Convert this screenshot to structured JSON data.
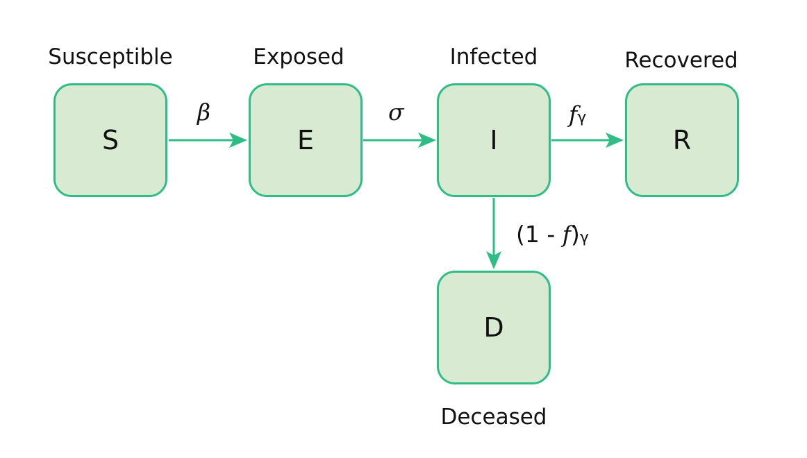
{
  "nodes": {
    "s": {
      "letter": "S",
      "caption": "Susceptible"
    },
    "e": {
      "letter": "E",
      "caption": "Exposed"
    },
    "i": {
      "letter": "I",
      "caption": "Infected"
    },
    "r": {
      "letter": "R",
      "caption": "Recovered"
    },
    "d": {
      "letter": "D",
      "caption": "Deceased"
    }
  },
  "rates": {
    "s_to_e": {
      "symbol": "β"
    },
    "e_to_i": {
      "symbol": "σ"
    },
    "i_to_r": {
      "f": "f",
      "gamma": "γ"
    },
    "i_to_d": {
      "open": "(1 - ",
      "f": "f",
      "close": ")",
      "gamma": "γ"
    }
  },
  "colors": {
    "accent": "#2ebd85",
    "node_fill": "#d9ead3"
  }
}
